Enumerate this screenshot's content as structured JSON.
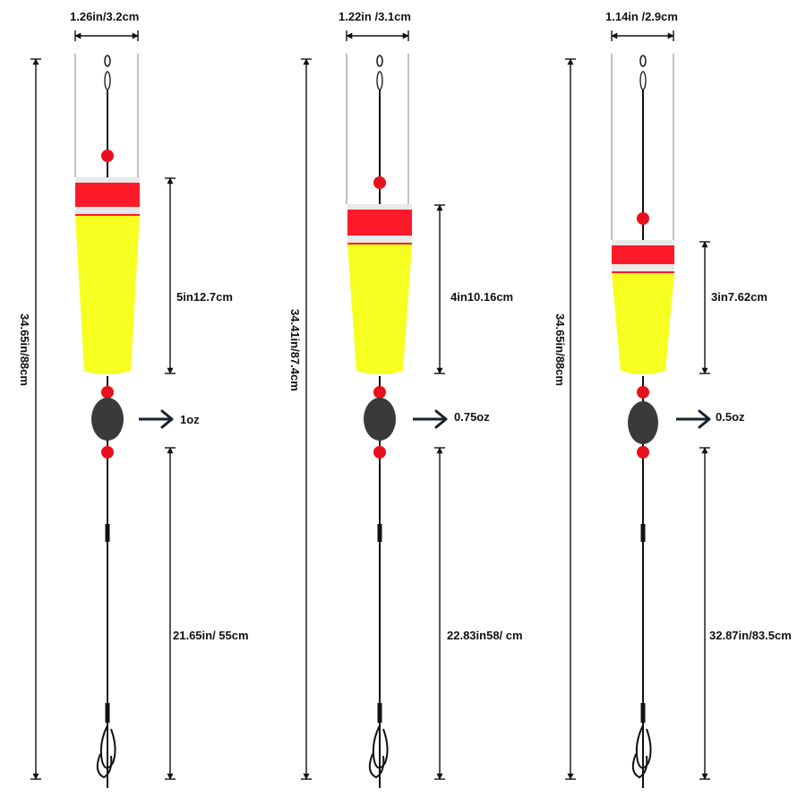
{
  "colors": {
    "float_body": "#f6ff1f",
    "float_band": "#ff1a2a",
    "float_stripe": "#e9e9e9",
    "bead": "#e8101c",
    "sinker": "#3a3a3a",
    "line": "#111111",
    "arrow": "#1b1f2e"
  },
  "floats": [
    {
      "name": "float-1oz",
      "width_label": "1.26in/3.2cm",
      "float_length_label": "5in12.7cm",
      "weight_label": "1oz",
      "leader_length_label": "21.65in/ 55cm",
      "total_length_label": "34.65in/88cm"
    },
    {
      "name": "float-0.75oz",
      "width_label": "1.22in /3.1cm",
      "float_length_label": "4in10.16cm",
      "weight_label": "0.75oz",
      "leader_length_label": "22.83in58/ cm",
      "total_length_label": "34.41in/87.4cm"
    },
    {
      "name": "float-0.5oz",
      "width_label": "1.14in /2.9cm",
      "float_length_label": "3in7.62cm",
      "weight_label": "0.5oz",
      "leader_length_label": "32.87in/83.5cm",
      "total_length_label": "34.65in/88cm"
    }
  ]
}
